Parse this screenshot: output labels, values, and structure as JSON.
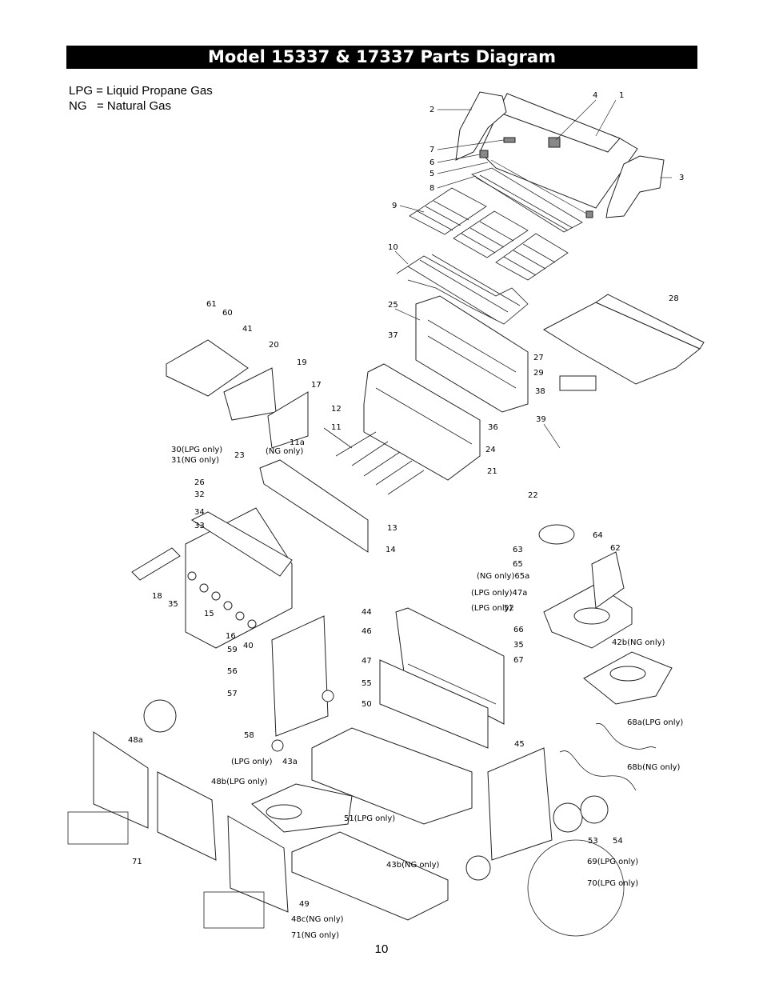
{
  "title": "Model 15337 & 17337 Parts Diagram",
  "legend": [
    {
      "text": "LPG = Liquid Propane Gas"
    },
    {
      "text": "NG   = Natural Gas"
    }
  ],
  "page_number": "10",
  "callouts": [
    "1",
    "2",
    "3",
    "4",
    "5",
    "6",
    "7",
    "8",
    "9",
    "10",
    "11",
    "11a",
    "(NG only)",
    "12",
    "13",
    "14",
    "15",
    "16",
    "17",
    "18",
    "19",
    "20",
    "21",
    "22",
    "23",
    "24",
    "25",
    "26",
    "27",
    "28",
    "29",
    "30(LPG only)",
    "31(NG only)",
    "32",
    "33",
    "34",
    "35",
    "35",
    "36",
    "37",
    "38",
    "39",
    "40",
    "41",
    "42b(NG only)",
    "43a",
    "(LPG only)",
    "43b(NG only)",
    "44",
    "45",
    "46",
    "47",
    "48a",
    "48b(LPG only)",
    "48c(NG only)",
    "49",
    "50",
    "51(LPG only)",
    "52",
    "(LPG only)",
    "53",
    "54",
    "55",
    "56",
    "57",
    "58",
    "59",
    "60",
    "61",
    "62",
    "63",
    "64",
    "65",
    "(NG only)65a",
    "(LPG only)47a",
    "66",
    "67",
    "68a(LPG only)",
    "68b(NG  only)",
    "69(LPG only)",
    "70(LPG only)",
    "71",
    "71(NG only)"
  ]
}
